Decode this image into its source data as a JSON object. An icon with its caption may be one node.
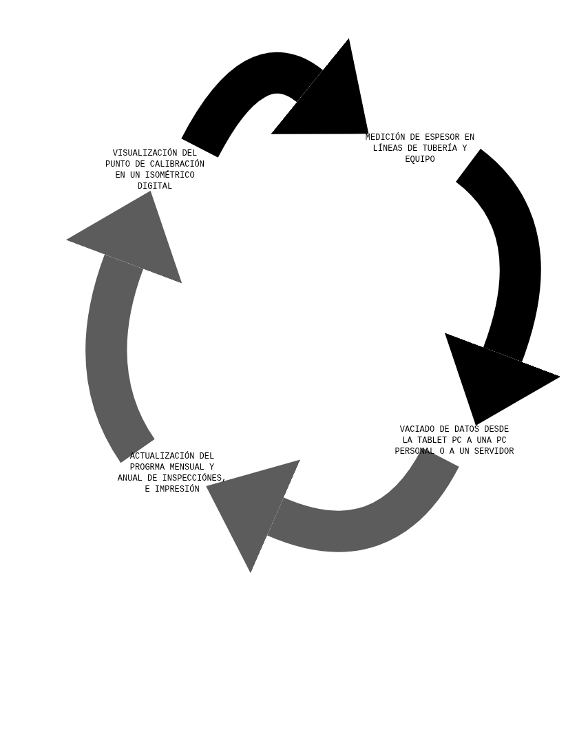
{
  "diagram": {
    "nodes": [
      {
        "text": [
          "VISUALIZACIÓN DEL PUNTO DE CALIBRACIÓN EN UN ISOMÉTRICO DIGITAL"
        ]
      },
      {
        "text": [
          "MEDICIÓN DE ESPESOR EN LÍNEAS DE TUBERÍA Y EQUIPO"
        ]
      },
      {
        "text": [
          "ACTUALIZACIÓN DEL PROGRMA MENSUAL Y ANUAL DE INSPECCIÓNES, E IMPRESIÓN"
        ]
      },
      {
        "text": [
          "VACIADO DE DATOS DESDE LA TABLET PC A UNA PC PERSONAL O A UN SERVIDOR"
        ]
      }
    ],
    "edges": [
      {
        "from": 0,
        "to": 1,
        "arrow": "to"
      },
      {
        "from": 1,
        "to": 3,
        "arrow": "to"
      },
      {
        "from": 3,
        "to": 2,
        "arrow": "to",
        "color": "#5c5c5c"
      },
      {
        "from": 2,
        "to": 0,
        "arrow": "to",
        "color": "#5c5c5c"
      }
    ]
  }
}
